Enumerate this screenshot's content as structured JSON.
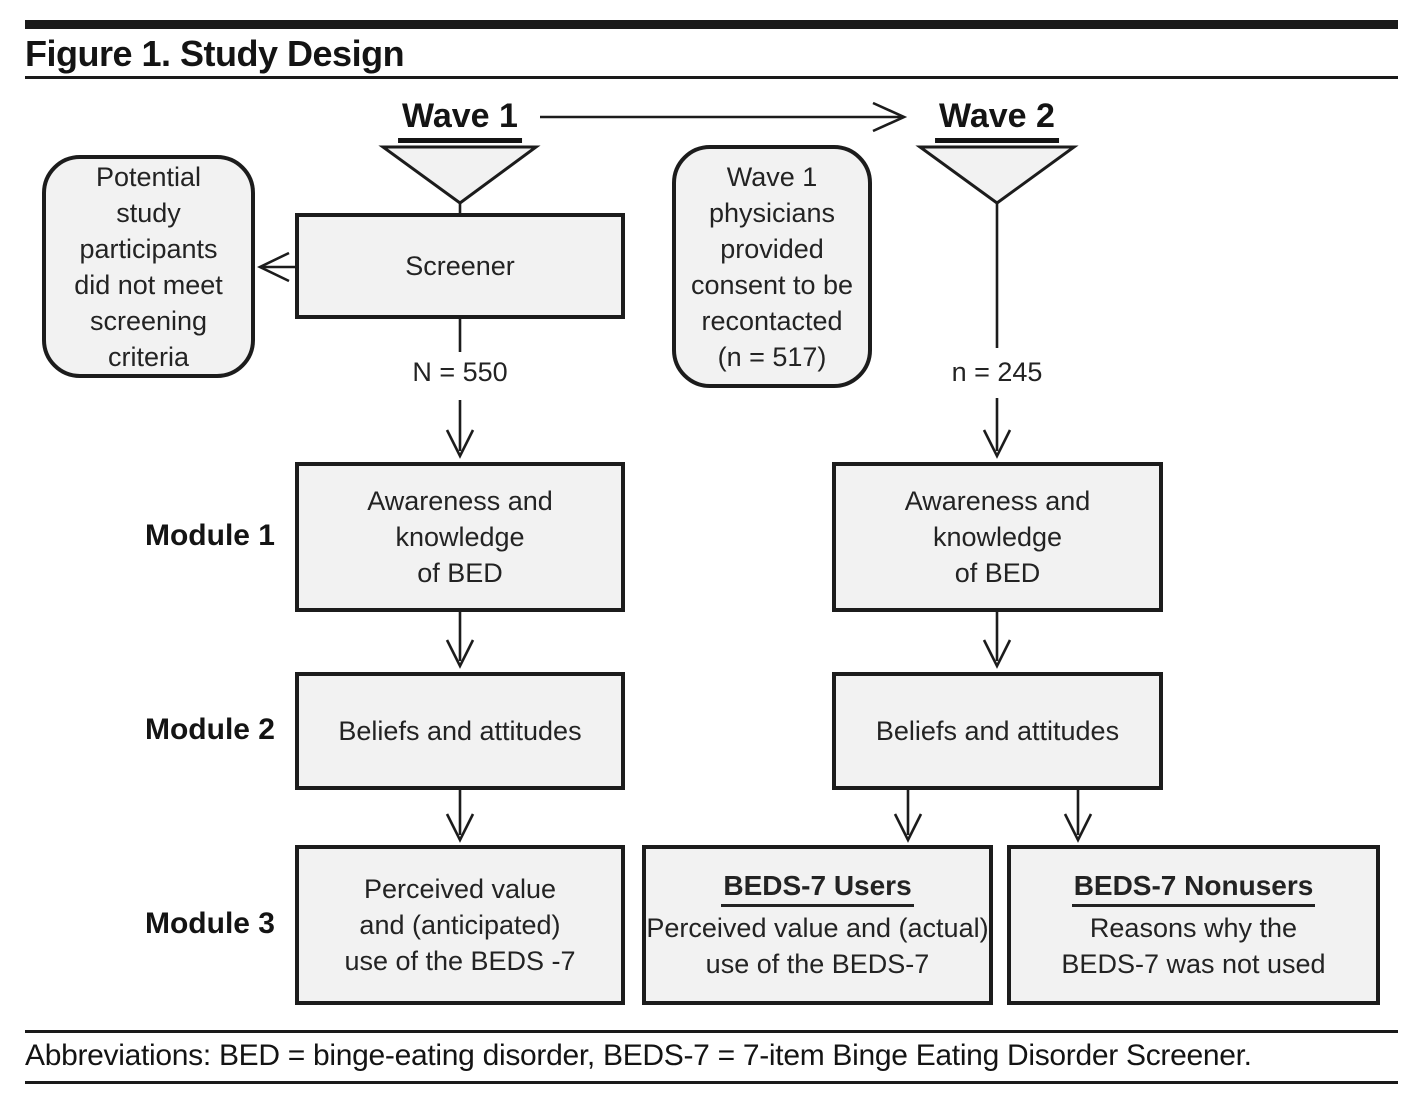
{
  "figure": {
    "title": "Figure 1. Study Design",
    "footnote": "Abbreviations: BED = binge-eating disorder, BEDS-7 = 7-item Binge Eating Disorder Screener."
  },
  "waves": {
    "wave1": "Wave 1",
    "wave2": "Wave 2"
  },
  "labels": {
    "module1": "Module 1",
    "module2": "Module 2",
    "module3": "Module 3"
  },
  "nodes": {
    "excluded": "Potential\nstudy\nparticipants\ndid not meet\nscreening\ncriteria",
    "screener": "Screener",
    "consent": "Wave 1\nphysicians\nprovided\nconsent to be\nrecontacted\n(n = 517)",
    "n_wave1": "N = 550",
    "n_wave2": "n = 245",
    "awareness": "Awareness and\nknowledge\nof BED",
    "beliefs": "Beliefs and attitudes",
    "perceived_anticipated": "Perceived value\nand (anticipated)\nuse of the BEDS -7",
    "users_title": "BEDS-7 Users",
    "users_body": "Perceived value and (actual)\nuse of the BEDS-7",
    "nonusers_title": "BEDS-7 Nonusers",
    "nonusers_body": "Reasons why the\nBEDS-7 was not used"
  },
  "colors": {
    "box_fill": "#f2f2f2",
    "line": "#1c1c1c",
    "text": "#232323"
  }
}
